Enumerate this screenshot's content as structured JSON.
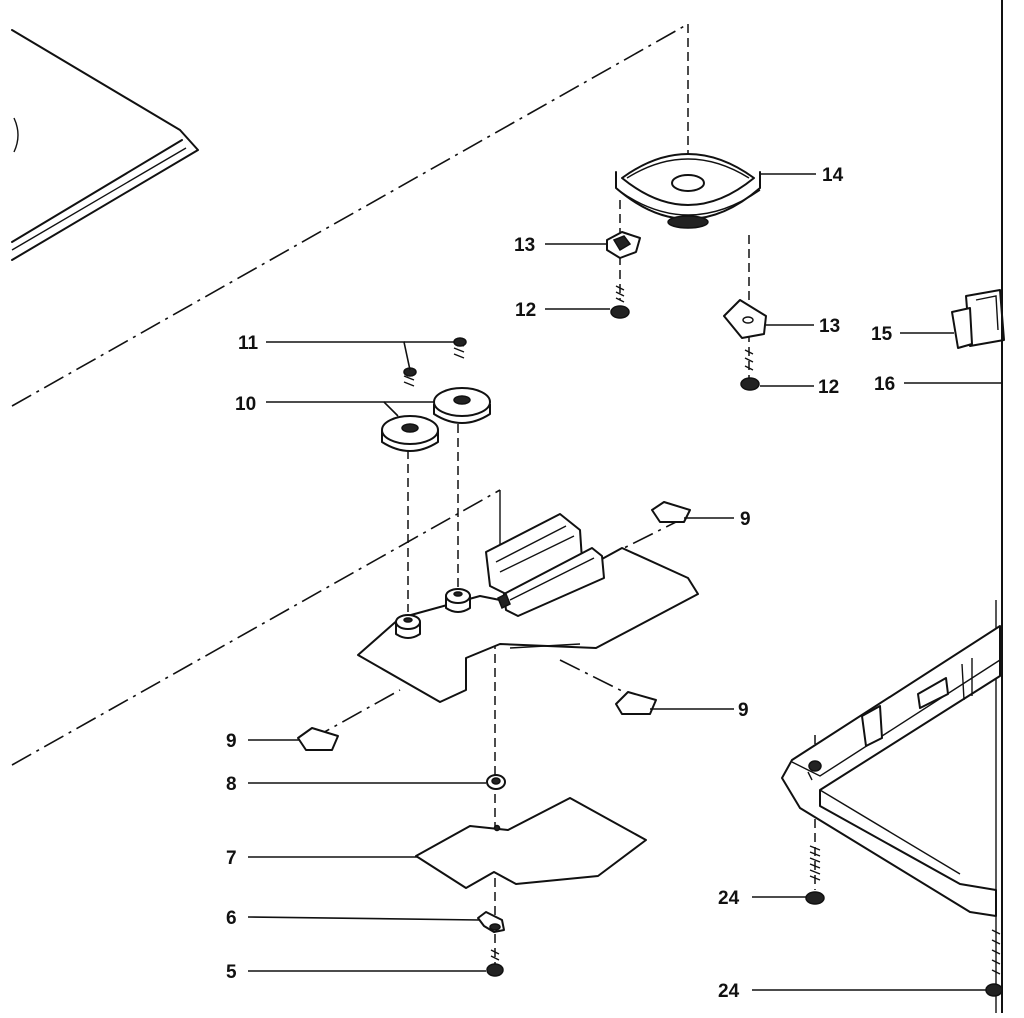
{
  "callouts": [
    {
      "id": "c14",
      "text": "14"
    },
    {
      "id": "c13a",
      "text": "13"
    },
    {
      "id": "c12a",
      "text": "12"
    },
    {
      "id": "c13b",
      "text": "13"
    },
    {
      "id": "c12b",
      "text": "12"
    },
    {
      "id": "c15",
      "text": "15"
    },
    {
      "id": "c16",
      "text": "16"
    },
    {
      "id": "c11",
      "text": "11"
    },
    {
      "id": "c10",
      "text": "10"
    },
    {
      "id": "c9a",
      "text": "9"
    },
    {
      "id": "c9b",
      "text": "9"
    },
    {
      "id": "c9c",
      "text": "9"
    },
    {
      "id": "c8",
      "text": "8"
    },
    {
      "id": "c7",
      "text": "7"
    },
    {
      "id": "c6",
      "text": "6"
    },
    {
      "id": "c5",
      "text": "5"
    },
    {
      "id": "c24a",
      "text": "24"
    },
    {
      "id": "c24b",
      "text": "24"
    }
  ]
}
